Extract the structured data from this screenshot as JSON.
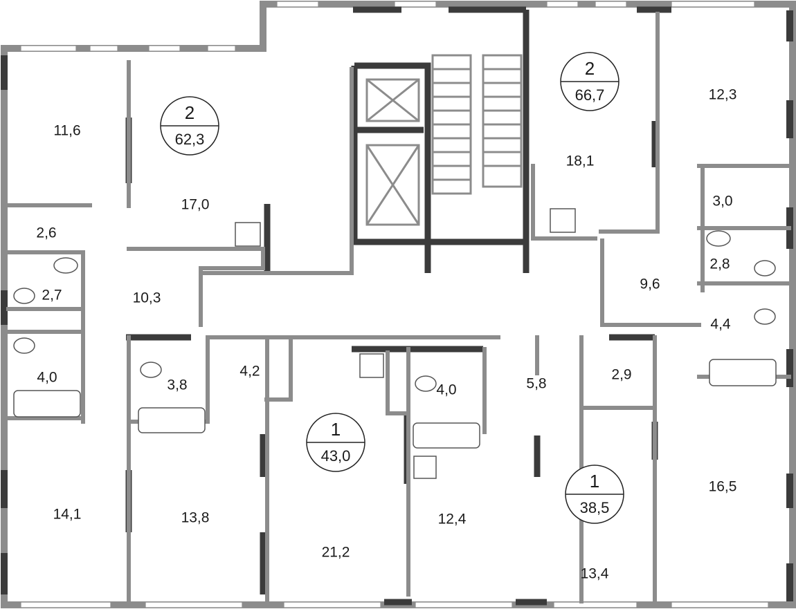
{
  "plan": {
    "apartments": [
      {
        "rooms": "2",
        "area": "62,3"
      },
      {
        "rooms": "2",
        "area": "66,7"
      },
      {
        "rooms": "1",
        "area": "43,0"
      },
      {
        "rooms": "1",
        "area": "38,5"
      }
    ],
    "rooms": [
      "11,6",
      "17,0",
      "2,6",
      "2,7",
      "10,3",
      "4,0",
      "3,8",
      "4,2",
      "14,1",
      "13,8",
      "21,2",
      "12,4",
      "13,4",
      "16,5",
      "12,3",
      "18,1",
      "3,0",
      "2,8",
      "9,6",
      "4,4",
      "2,9",
      "5,8",
      "4,0"
    ],
    "colors": {
      "wall": "#8c8c8c",
      "wall_dark": "#3b3b3b"
    }
  }
}
